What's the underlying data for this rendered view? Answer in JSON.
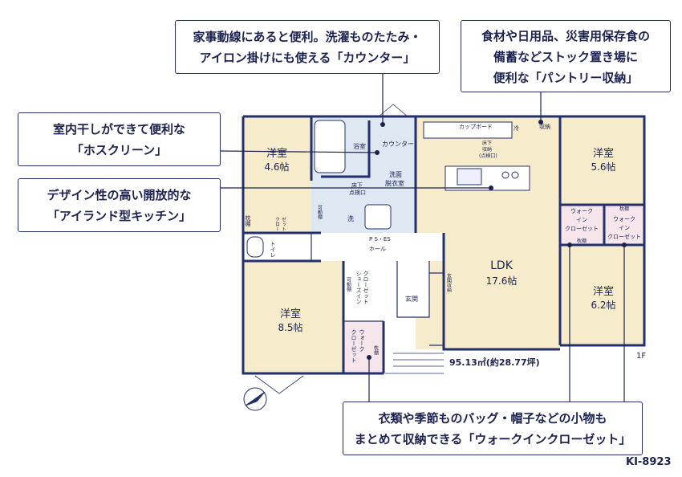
{
  "callouts": {
    "counter": {
      "line1": "家事動線にあると便利。洗濯ものたたみ・",
      "line2": "アイロン掛けにも使える「カウンター」"
    },
    "pantry": {
      "line1": "食材や日用品、災害用保存食の",
      "line2": "備蓄などストック置き場に",
      "line3": "便利な「パントリー収納」"
    },
    "hoscreen": {
      "line1": "室内干しができて便利な",
      "line2": "「ホスクリーン」"
    },
    "island": {
      "line1": "デザイン性の高い開放的な",
      "line2": "「アイランド型キッチン」"
    },
    "wic": {
      "line1": "衣類や季節ものバッグ・帽子などの小物も",
      "line2": "まとめて収納できる「ウォークインクローゼット」"
    }
  },
  "rooms": {
    "room46_name": "洋室",
    "room46_size": "4.6帖",
    "room56_name": "洋室",
    "room56_size": "5.6帖",
    "room62_name": "洋室",
    "room62_size": "6.2帖",
    "room85_name": "洋室",
    "room85_size": "8.5帖",
    "ldk_name": "LDK",
    "ldk_size": "17.6帖",
    "bath": "浴室",
    "counter": "カウンター",
    "wash": "洗面",
    "wash2": "脱衣室",
    "underfloor": "床下",
    "inspection": "点検口",
    "sink": "洗",
    "cupboard": "カップボード",
    "fridge": "冷",
    "pantry": "収納",
    "kitchen_note1": "床下",
    "kitchen_note2": "収納",
    "kitchen_note3": "(点検口)",
    "movable_shelf": "可動棚",
    "pillow_shelf": "枕棚",
    "closet_a": "クロー",
    "closet_b": "ゼット",
    "toilet": "トイレ",
    "ps_es": "P S・ES",
    "hall": "ホール",
    "shoes1": "シューズイン",
    "shoes2": "クローゼット",
    "entrance": "玄関",
    "genkan_storage": "玄関収納",
    "wic_a": "ウォーク",
    "wic_b": "イン",
    "wic_c": "クローゼット"
  },
  "area_text": "95.13㎡(約28.77坪)",
  "floor_label": "1F",
  "plan_code": "KI-8923",
  "colors": {
    "wall": "#23306b",
    "floor": "#f6ebcb",
    "wet": "#dde8f3",
    "closet": "#f6e6ec",
    "accent": "#1b2250"
  }
}
